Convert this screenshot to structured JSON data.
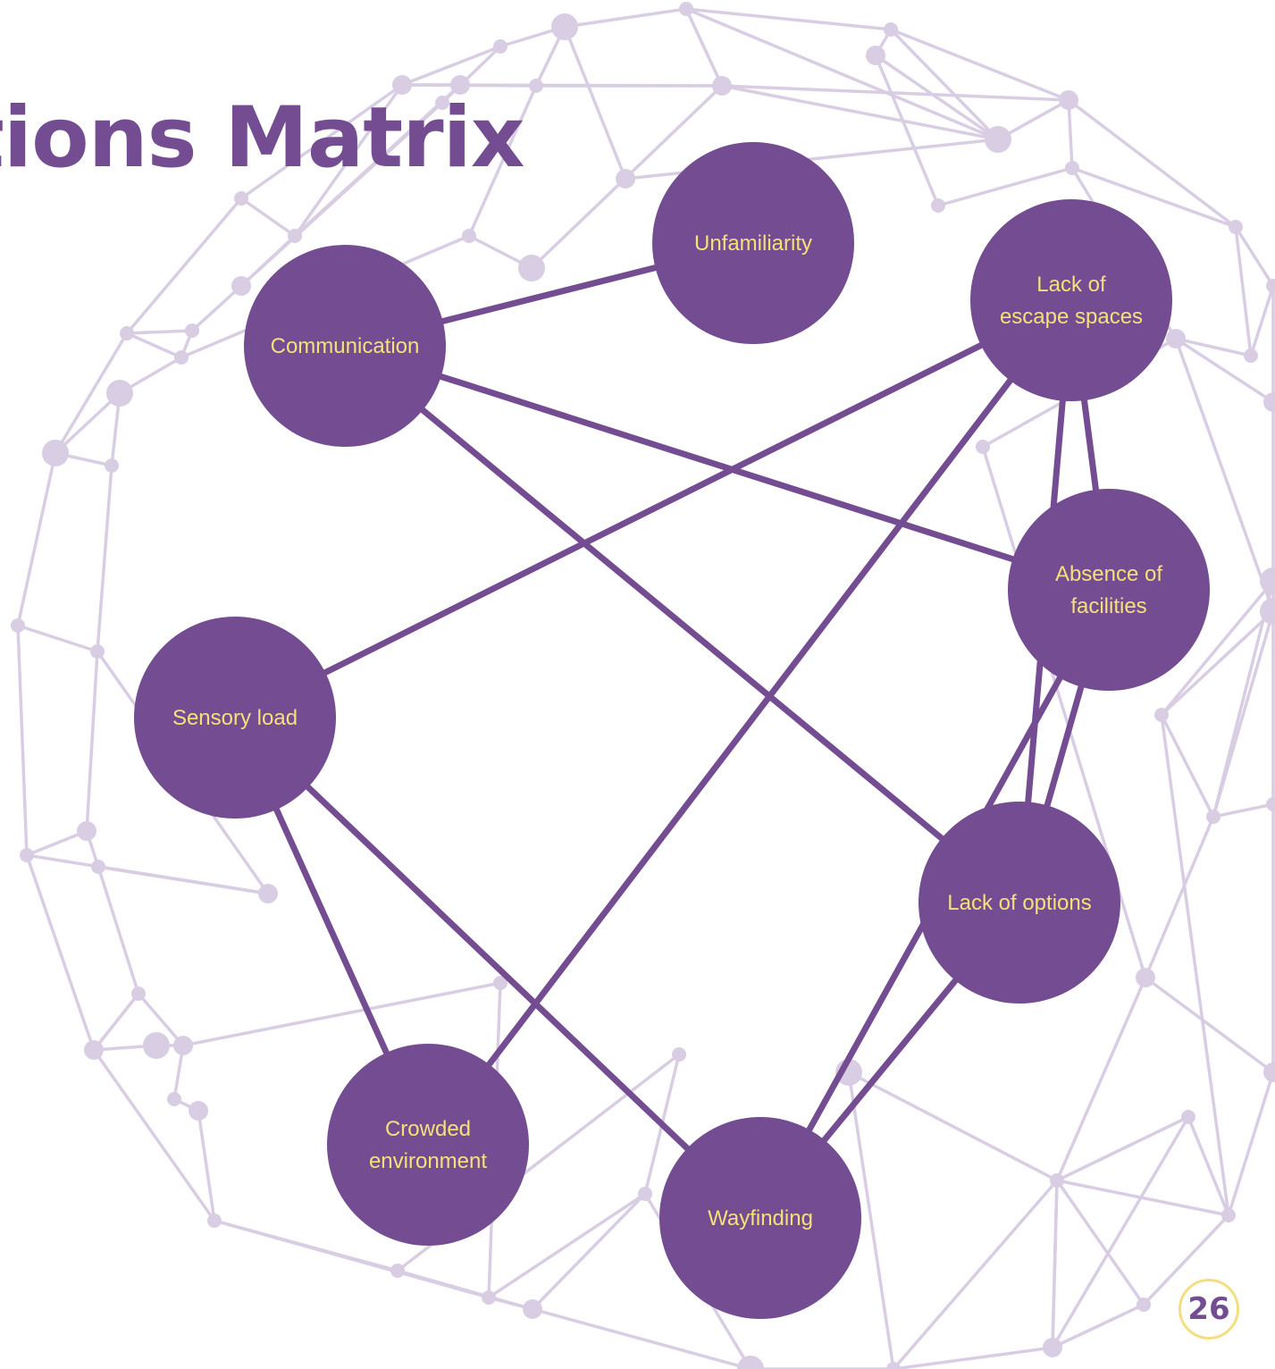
{
  "title": "tions Matrix",
  "page_number": "26",
  "colors": {
    "node_fill": "#744c92",
    "edge": "#744c92",
    "label_text": "#f6e07a",
    "background_mesh": "#d9cde4",
    "title": "#744c92",
    "page_badge_ring": "#f3de82"
  },
  "nodes": [
    {
      "id": "unfamiliarity",
      "lines": [
        "Unfamiliarity"
      ]
    },
    {
      "id": "communication",
      "lines": [
        "Communication"
      ]
    },
    {
      "id": "lack-of-escape-spaces",
      "lines": [
        "Lack of",
        "escape spaces"
      ]
    },
    {
      "id": "absence-of-facilities",
      "lines": [
        "Absence of",
        "facilities"
      ]
    },
    {
      "id": "sensory-load",
      "lines": [
        "Sensory load"
      ]
    },
    {
      "id": "lack-of-options",
      "lines": [
        "Lack of options"
      ]
    },
    {
      "id": "crowded-environment",
      "lines": [
        "Crowded",
        "environment"
      ]
    },
    {
      "id": "wayfinding",
      "lines": [
        "Wayfinding"
      ]
    }
  ],
  "edges": [
    [
      "communication",
      "unfamiliarity"
    ],
    [
      "communication",
      "absence-of-facilities"
    ],
    [
      "communication",
      "lack-of-options"
    ],
    [
      "lack-of-escape-spaces",
      "sensory-load"
    ],
    [
      "lack-of-escape-spaces",
      "crowded-environment"
    ],
    [
      "lack-of-escape-spaces",
      "lack-of-options"
    ],
    [
      "lack-of-escape-spaces",
      "absence-of-facilities"
    ],
    [
      "absence-of-facilities",
      "lack-of-options"
    ],
    [
      "absence-of-facilities",
      "wayfinding"
    ],
    [
      "sensory-load",
      "crowded-environment"
    ],
    [
      "sensory-load",
      "wayfinding"
    ],
    [
      "lack-of-options",
      "wayfinding"
    ]
  ]
}
